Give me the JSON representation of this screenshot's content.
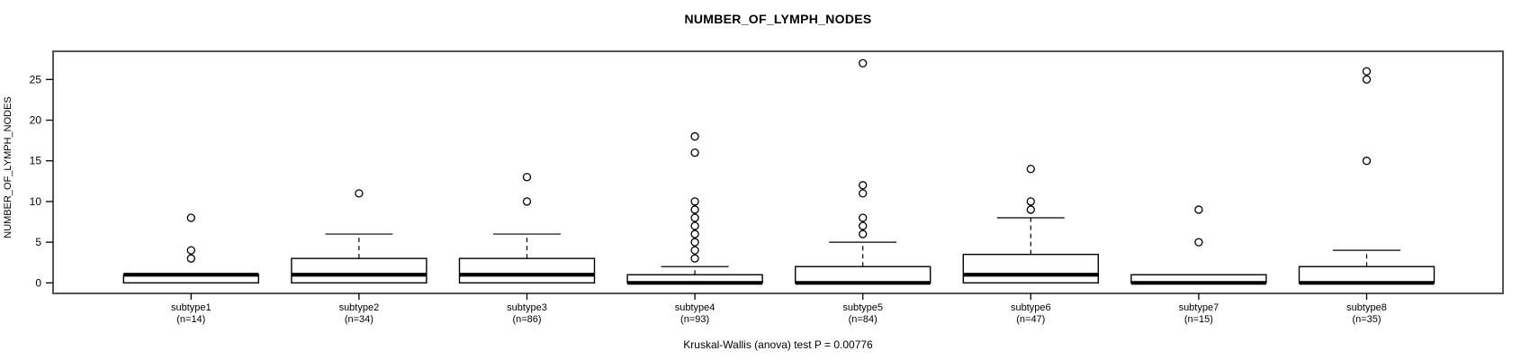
{
  "title": "NUMBER_OF_LYMPH_NODES",
  "y_axis": {
    "label": "NUMBER_OF_LYMPH_NODES",
    "tick_labels": [
      "0",
      "5",
      "10",
      "15",
      "20",
      "25"
    ]
  },
  "footnote": "Kruskal-Wallis (anova) test P = 0.00776",
  "colors": {
    "background": "#ffffff",
    "frame": "#545454",
    "box_stroke": "#000000",
    "box_fill": "#ffffff",
    "text": "#000000"
  },
  "chart_data": {
    "type": "boxplot",
    "title": "NUMBER_OF_LYMPH_NODES",
    "ylabel": "NUMBER_OF_LYMPH_NODES",
    "ylim": [
      -1.3,
      28.5
    ],
    "yticks": [
      0,
      5,
      10,
      15,
      20,
      25
    ],
    "grid": false,
    "legend": false,
    "footnote": "Kruskal-Wallis (anova) test P = 0.00776",
    "p_value": 0.00776,
    "groups": [
      {
        "label": "subtype1",
        "n_label": "(n=14)",
        "n": 14,
        "q1": 0,
        "median": 1,
        "q3": 1,
        "whisker_low": 0,
        "whisker_high": 1,
        "outliers": [
          3,
          4,
          8
        ]
      },
      {
        "label": "subtype2",
        "n_label": "(n=34)",
        "n": 34,
        "q1": 0,
        "median": 1,
        "q3": 3,
        "whisker_low": 0,
        "whisker_high": 6,
        "outliers": [
          11
        ]
      },
      {
        "label": "subtype3",
        "n_label": "(n=86)",
        "n": 86,
        "q1": 0,
        "median": 1,
        "q3": 3,
        "whisker_low": 0,
        "whisker_high": 6,
        "outliers": [
          10,
          13
        ]
      },
      {
        "label": "subtype4",
        "n_label": "(n=93)",
        "n": 93,
        "q1": 0,
        "median": 0,
        "q3": 1,
        "whisker_low": 0,
        "whisker_high": 2,
        "outliers": [
          3,
          4,
          5,
          6,
          7,
          8,
          9,
          10,
          16,
          18
        ]
      },
      {
        "label": "subtype5",
        "n_label": "(n=84)",
        "n": 84,
        "q1": 0,
        "median": 0,
        "q3": 2,
        "whisker_low": 0,
        "whisker_high": 5,
        "outliers": [
          6,
          7,
          8,
          11,
          12,
          27
        ]
      },
      {
        "label": "subtype6",
        "n_label": "(n=47)",
        "n": 47,
        "q1": 0,
        "median": 1,
        "q3": 3.5,
        "whisker_low": 0,
        "whisker_high": 8,
        "outliers": [
          9,
          10,
          14
        ]
      },
      {
        "label": "subtype7",
        "n_label": "(n=15)",
        "n": 15,
        "q1": 0,
        "median": 0,
        "q3": 1,
        "whisker_low": 0,
        "whisker_high": 1,
        "outliers": [
          5,
          9
        ]
      },
      {
        "label": "subtype8",
        "n_label": "(n=35)",
        "n": 35,
        "q1": 0,
        "median": 0,
        "q3": 2,
        "whisker_low": 0,
        "whisker_high": 4,
        "outliers": [
          15,
          25,
          26
        ]
      }
    ]
  }
}
